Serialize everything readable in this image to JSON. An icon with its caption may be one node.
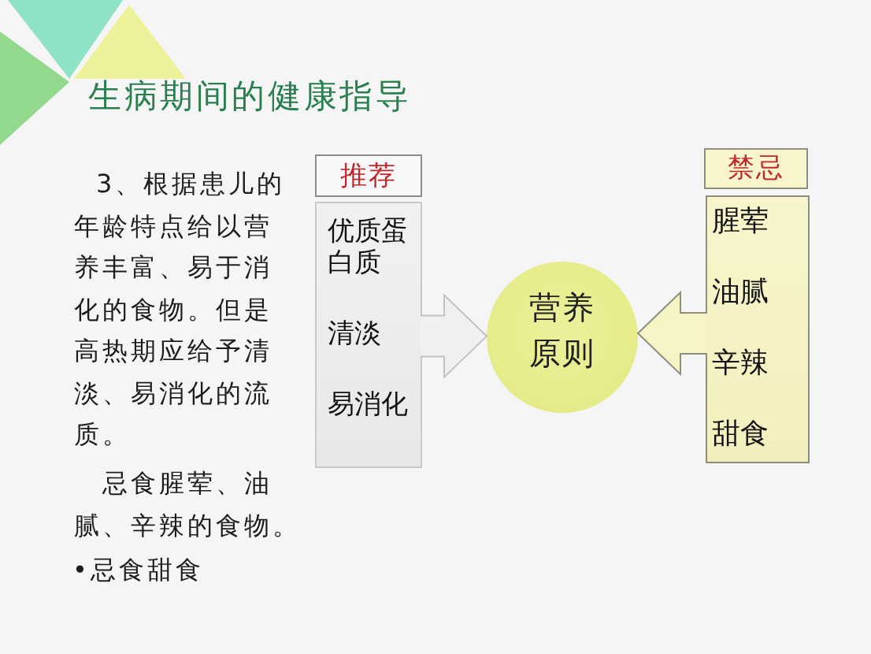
{
  "diagram": {
    "title": "生病期间的健康指导",
    "nodes": [
      {
        "text": [
          "推荐"
        ]
      },
      {
        "text": [
          "优质蛋白质",
          "清淡",
          "易消化"
        ]
      },
      {
        "text": [
          "营养原则"
        ]
      },
      {
        "text": [
          "禁忌"
        ]
      },
      {
        "text": [
          "腥荤",
          "油腻",
          "辛辣",
          "甜食"
        ]
      }
    ],
    "edges": [
      {
        "from": 1,
        "to": 2,
        "arrow": "to"
      },
      {
        "from": 4,
        "to": 2,
        "arrow": "to"
      }
    ],
    "labels": [
      "3、根据患儿的年龄特点给以营养丰富、易于消化的食物。但是高热期应给予清淡、易消化的流质。",
      "忌食腥荤、油腻、辛辣的食物。",
      "•忌食甜食"
    ]
  }
}
